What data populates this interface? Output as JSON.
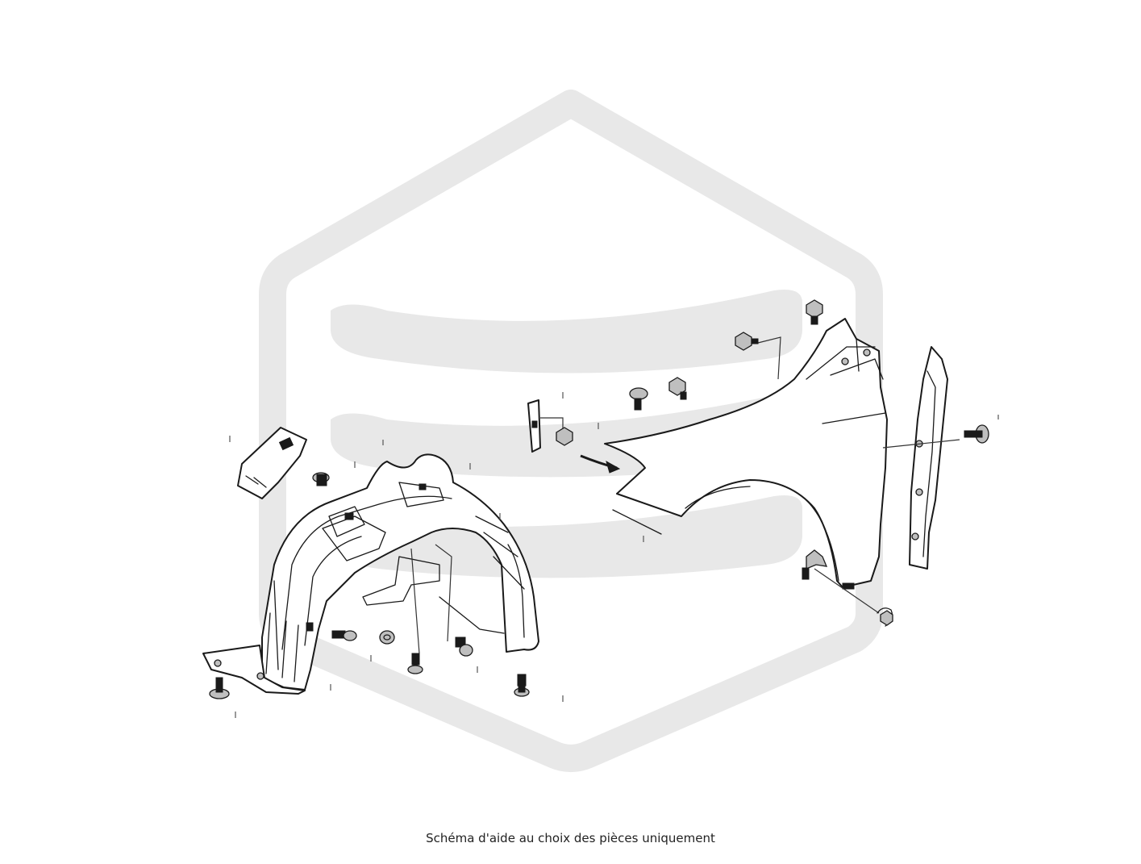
{
  "caption": "Schéma d'aide au choix des pièces uniquement",
  "colors": {
    "background": "#ffffff",
    "watermark": "#e8e8e8",
    "line": "#1a1a1a"
  },
  "icons": {
    "watermark": "logo-watermark",
    "arrow": "direction-arrow"
  }
}
